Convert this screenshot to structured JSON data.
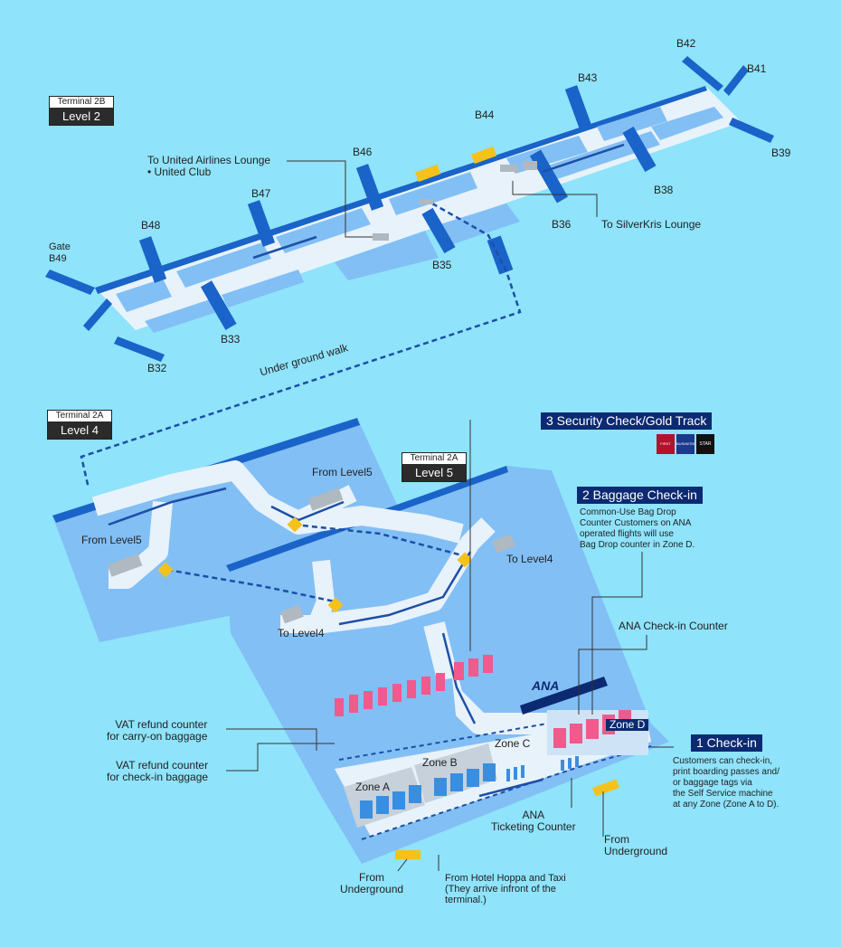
{
  "colors": {
    "background": "#8fe3fb",
    "floor": "#82bff5",
    "corridor": "#e8f2fb",
    "wall": "#1a63c8",
    "route": "#1d4fa6",
    "checkin_counter": "#f05a8c",
    "kiosk": "#3a8ee0",
    "header": "#0b2a72",
    "security_icon": "#f4c21a"
  },
  "tags": {
    "t2b": {
      "terminal": "Terminal 2B",
      "level": "Level 2"
    },
    "t2a_l4": {
      "terminal": "Terminal 2A",
      "level": "Level 4"
    },
    "t2a_l5": {
      "terminal": "Terminal 2A",
      "level": "Level 5"
    }
  },
  "gates": {
    "b42": "B42",
    "b41": "B41",
    "b43": "B43",
    "b44": "B44",
    "b39": "B39",
    "b46": "B46",
    "b38": "B38",
    "b47": "B47",
    "b36": "B36",
    "b48": "B48",
    "b35": "B35",
    "b49": "Gate\nB49",
    "b33": "B33",
    "b32": "B32"
  },
  "labels": {
    "united_lounge": "To United Airlines Lounge\n• United Club",
    "silverkris": "To SilverKris Lounge",
    "underground_walk": "Under ground walk",
    "from_level5_a": "From Level5",
    "from_level5_b": "From Level5",
    "to_level4_a": "To Level4",
    "to_level4_b": "To Level4",
    "zone_a": "Zone A",
    "zone_b": "Zone B",
    "zone_c": "Zone C",
    "zone_d": "Zone D",
    "ana_logo": "ANA",
    "ana_counter": "ANA Check-in Counter",
    "vat_carry": "VAT refund counter\nfor carry-on baggage",
    "vat_checkin": "VAT refund counter\nfor check-in baggage",
    "ana_ticketing": "ANA\nTicketing Counter",
    "from_underground_left": "From\nUnderground",
    "from_underground_right": "From\nUnderground",
    "hotel_taxi": "From Hotel Hoppa and Taxi\n(They arrive infront of the\nterminal.)"
  },
  "sections": {
    "security": {
      "title": "3 Security Check/Gold Track"
    },
    "baggage": {
      "title": "2 Baggage Check-in",
      "note": "Common-Use Bag Drop\nCounter Customers on ANA\noperated flights will use\nBag Drop counter in Zone D."
    },
    "checkin": {
      "title": "1 Check-in",
      "note": "Customers can check-in,\nprint boarding passes and/\nor baggage tags via\nthe Self Service machine\nat any Zone (Zone A to D)."
    },
    "badges": [
      "FIRST CLASS",
      "BUSINESS CLASS",
      "STAR"
    ]
  }
}
